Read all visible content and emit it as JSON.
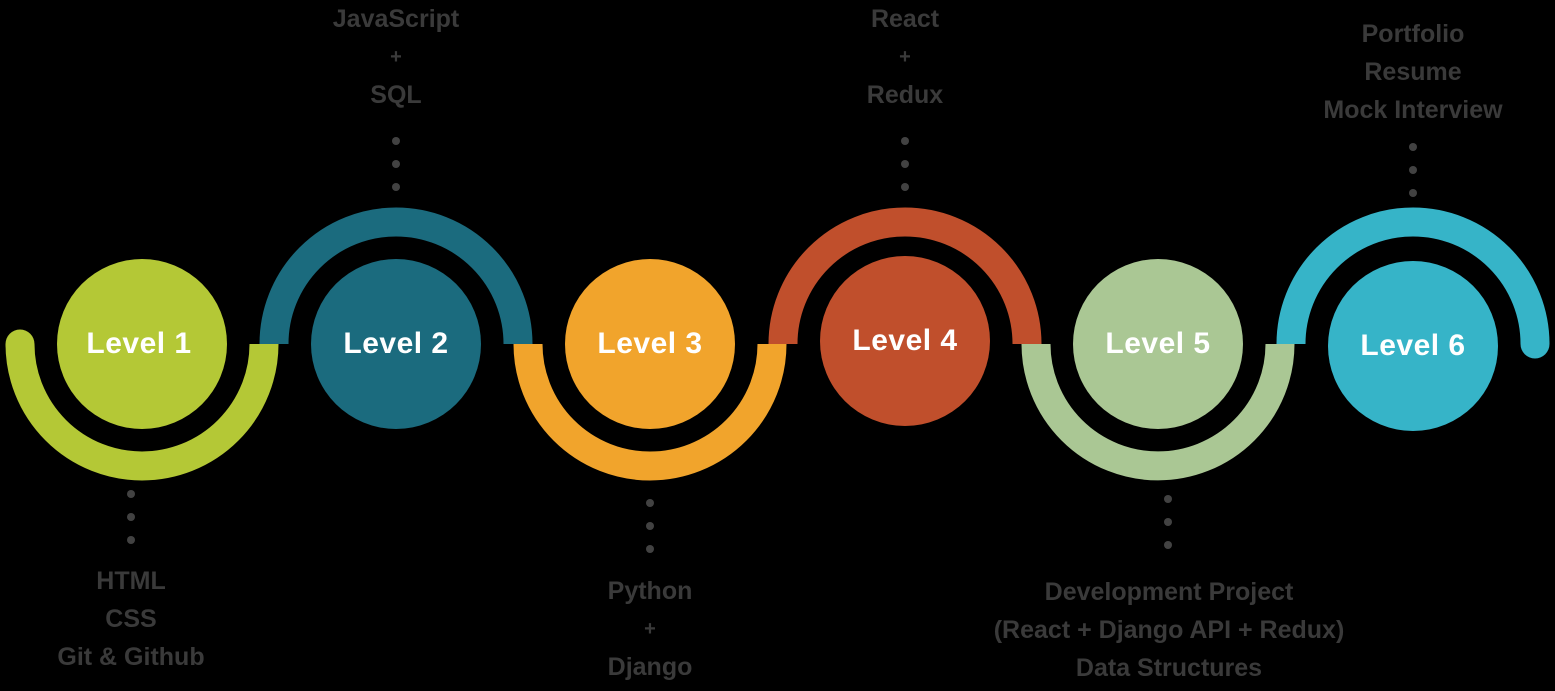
{
  "colors": {
    "background": "#000000",
    "topic_text": "#3a3a3a",
    "dot": "#424242",
    "level_label_text": "#ffffff"
  },
  "levels": [
    {
      "label": "Level 1",
      "color": "#b4c836",
      "topics_position": "below",
      "topics": [
        "HTML",
        "CSS",
        "Git & Github"
      ]
    },
    {
      "label": "Level 2",
      "color": "#1b6b7e",
      "topics_position": "above",
      "topics": [
        "JavaScript",
        "+",
        "SQL"
      ]
    },
    {
      "label": "Level 3",
      "color": "#f1a42c",
      "topics_position": "below",
      "topics": [
        "Python",
        "+",
        "Django"
      ]
    },
    {
      "label": "Level 4",
      "color": "#c04f2c",
      "topics_position": "above",
      "topics": [
        "React",
        "+",
        "Redux"
      ]
    },
    {
      "label": "Level 5",
      "color": "#aac794",
      "topics_position": "below",
      "topics": [
        "Development Project",
        "(React + Django API + Redux)",
        "Data Structures"
      ]
    },
    {
      "label": "Level 6",
      "color": "#36b4c8",
      "topics_position": "above",
      "topics": [
        "Portfolio",
        "Resume",
        "Mock Interview"
      ]
    }
  ]
}
